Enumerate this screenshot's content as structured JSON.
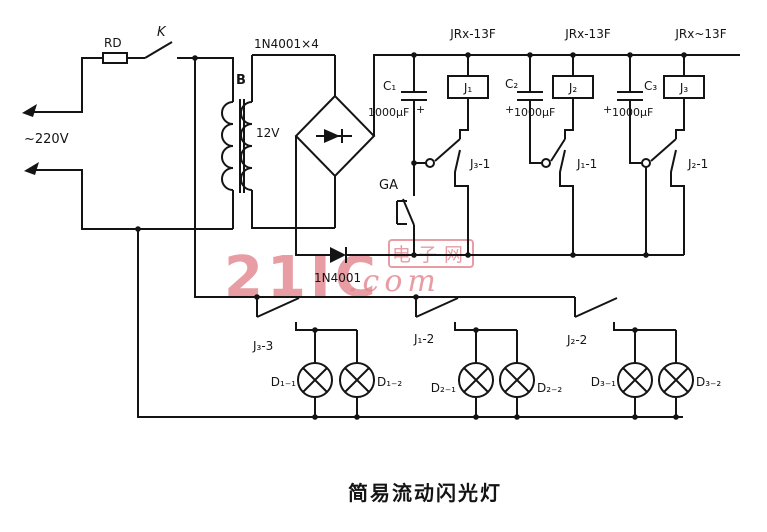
{
  "title": "简易流动闪光灯",
  "watermark": {
    "brand": "21IC",
    "site": "电子网",
    "suffix": ".com",
    "color": "#e2858d"
  },
  "power": {
    "voltage": "~220V",
    "fuse": "RD",
    "switch": "K",
    "transformer": "B",
    "secondary": "12V"
  },
  "rectifier": {
    "bridge": "1N4001×4",
    "diode": "1N4001"
  },
  "start_button": {
    "label": "GA"
  },
  "stages": [
    {
      "model": "JRx-13F",
      "cap": "C₁",
      "plus": "+",
      "cap_value": "1000μF",
      "coil": "J₁",
      "contact": "J₃-1",
      "lamp_contact": "J₃-3",
      "lamp_left": "D₁₋₁",
      "lamp_right": "D₁₋₂"
    },
    {
      "model": "JRx-13F",
      "cap": "C₂",
      "plus": "+",
      "cap_value": "1000μF",
      "coil": "J₂",
      "contact": "J₁-1",
      "lamp_contact": "J₁-2",
      "lamp_left": "D₂₋₁",
      "lamp_right": "D₂₋₂"
    },
    {
      "model": "JRx~13F",
      "cap": "C₃",
      "plus": "+",
      "cap_value": "1000μF",
      "coil": "J₃",
      "contact": "J₂-1",
      "lamp_contact": "J₂-2",
      "lamp_left": "D₃₋₁",
      "lamp_right": "D₃₋₂"
    }
  ],
  "colors": {
    "wire": "#141414",
    "watermark": "#e2858d"
  }
}
